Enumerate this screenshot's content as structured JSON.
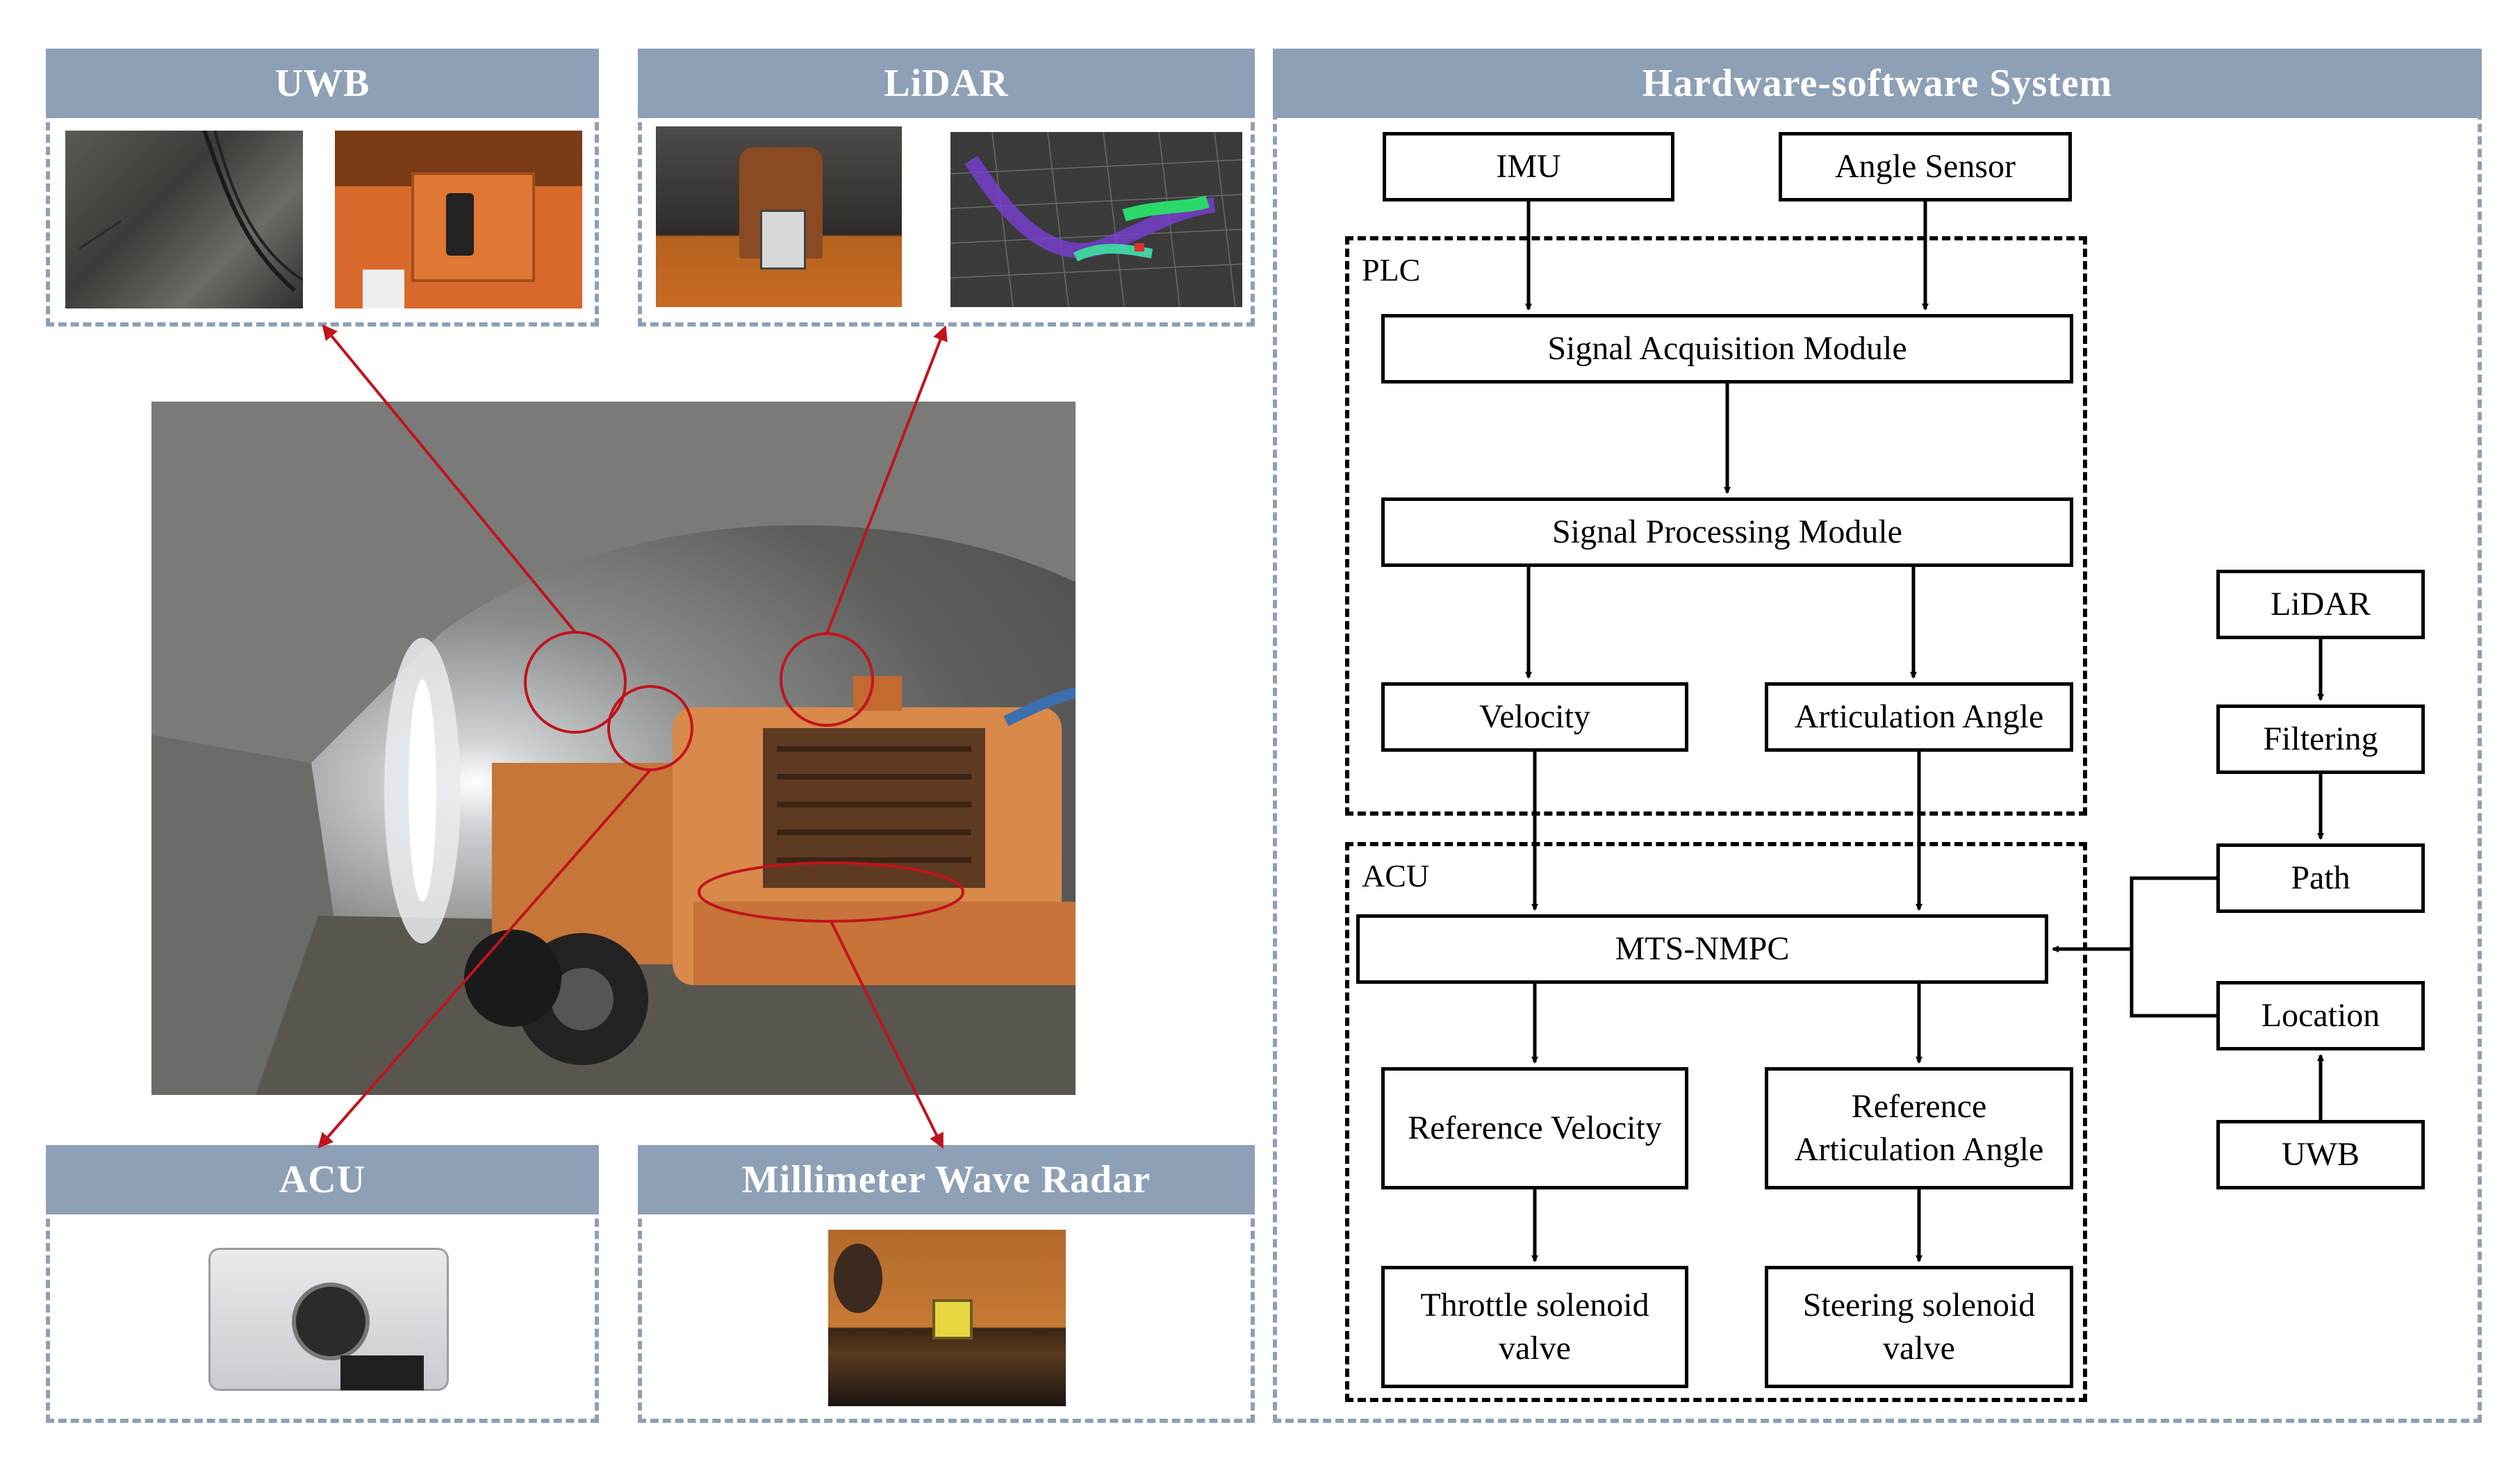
{
  "panels": {
    "uwb": {
      "title": "UWB"
    },
    "lidar": {
      "title": "LiDAR"
    },
    "acu": {
      "title": "ACU"
    },
    "radar": {
      "title": "Millimeter Wave Radar"
    },
    "system": {
      "title": "Hardware-software System"
    }
  },
  "groups": {
    "plc": {
      "label": "PLC"
    },
    "acu": {
      "label": "ACU"
    }
  },
  "boxes": {
    "imu": "IMU",
    "angle_sensor": "Angle Sensor",
    "signal_acquisition": "Signal Acquisition Module",
    "signal_processing": "Signal Processing Module",
    "velocity": "Velocity",
    "articulation_angle": "Articulation Angle",
    "mts_nmpc": "MTS-NMPC",
    "reference_velocity": "Reference Velocity",
    "reference_articulation_angle": "Reference Articulation Angle",
    "throttle_valve": "Throttle solenoid valve",
    "steering_valve": "Steering solenoid valve",
    "lidar": "LiDAR",
    "filtering": "Filtering",
    "path": "Path",
    "location": "Location",
    "uwb": "UWB"
  },
  "colors": {
    "header": "#8da0b6",
    "callout": "#c0141c",
    "flow": "#000000"
  }
}
